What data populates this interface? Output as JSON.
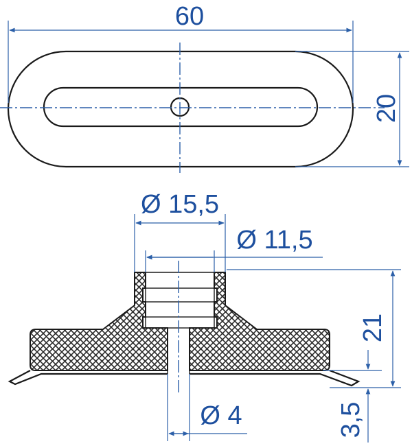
{
  "dimensions": {
    "top_view": {
      "length": "60",
      "width": "20"
    },
    "section_view": {
      "outer_diameter": "Ø 15,5",
      "inner_diameter": "Ø 11,5",
      "bore_diameter": "Ø 4",
      "total_height": "21",
      "lip_height": "3,5"
    }
  },
  "colors": {
    "dimension": "#1d4f9e",
    "outline": "#1a1a1a",
    "background": "#ffffff"
  }
}
